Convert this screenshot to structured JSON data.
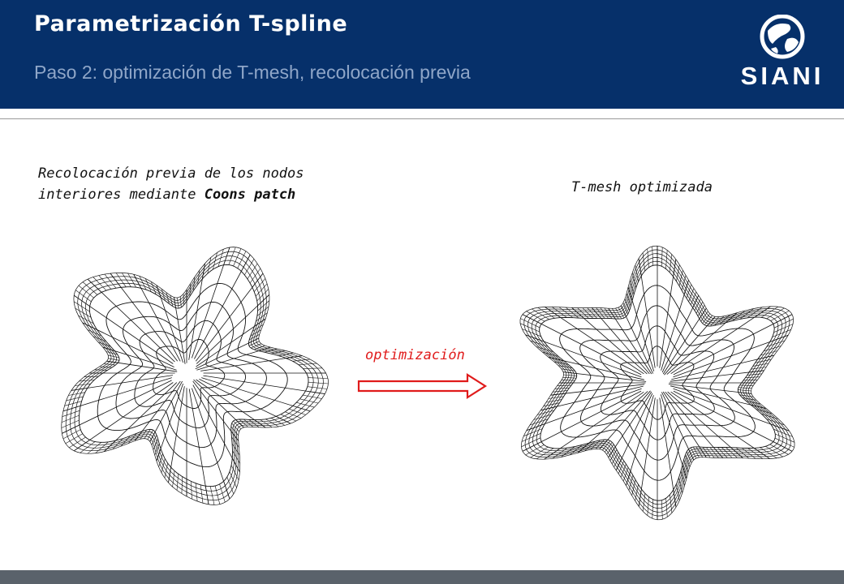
{
  "header": {
    "title": "Parametrización T-spline",
    "subtitle": "Paso 2:  optimización de T-mesh,  recolocación previa",
    "logo_text": "SIANI",
    "background": "#06306a"
  },
  "left_caption": {
    "line1": "Recolocación previa de los nodos",
    "line2_prefix": "interiores  mediante ",
    "line2_bold": "Coons patch"
  },
  "right_caption": "T-mesh optimizada",
  "arrow": {
    "label": "optimización",
    "color": "#e01b1b"
  }
}
